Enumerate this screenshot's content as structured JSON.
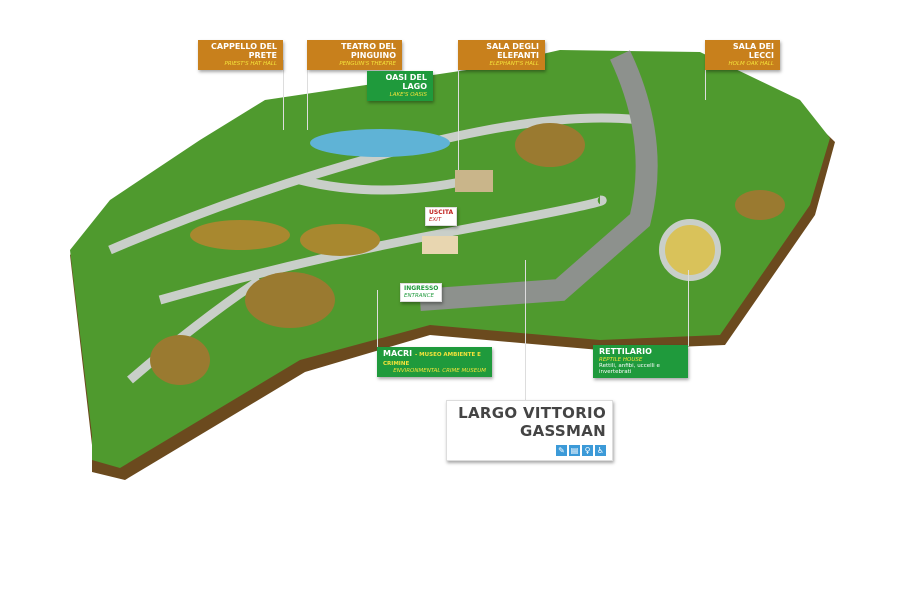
{
  "labels": {
    "cappello": {
      "title": "CAPPELLO DEL PRETE",
      "subtitle": "PRIEST'S HAT HALL"
    },
    "teatro": {
      "title": "TEATRO DEL PINGUINO",
      "subtitle": "PENGUIN'S THEATRE"
    },
    "oasi": {
      "title": "OASI DEL LAGO",
      "subtitle": "LAKE'S OASIS"
    },
    "elefanti": {
      "title": "SALA DEGLI ELEFANTI",
      "subtitle": "ELEPHANT'S HALL"
    },
    "lecci": {
      "title": "SALA DEI LECCI",
      "subtitle": "HOLM OAK HALL"
    },
    "uscita": {
      "title": "USCITA",
      "subtitle": "EXIT"
    },
    "ingresso": {
      "title": "INGRESSO",
      "subtitle": "ENTRANCE"
    },
    "macri": {
      "title": "MACRI",
      "title_extra": "- MUSEO AMBIENTE E CRIMINE",
      "subtitle": "ENVIRONMENTAL CRIME MUSEUM"
    },
    "rettilario": {
      "title": "RETTILARIO",
      "subtitle": "REPTILE HOUSE",
      "desc": "Rettili, anfibi, uccelli e invertebrati"
    },
    "largo": {
      "title": "LARGO VITTORIO GASSMAN",
      "icons": [
        "ticket-icon",
        "info-icon",
        "restroom-icon",
        "wheelchair-icon"
      ]
    }
  },
  "colors": {
    "orange": "#c8801c",
    "green": "#1f9a3c",
    "grass": "#4f9a2e",
    "path": "#c9cfc9",
    "road": "#8d918d",
    "soil": "#8a6a2a"
  }
}
